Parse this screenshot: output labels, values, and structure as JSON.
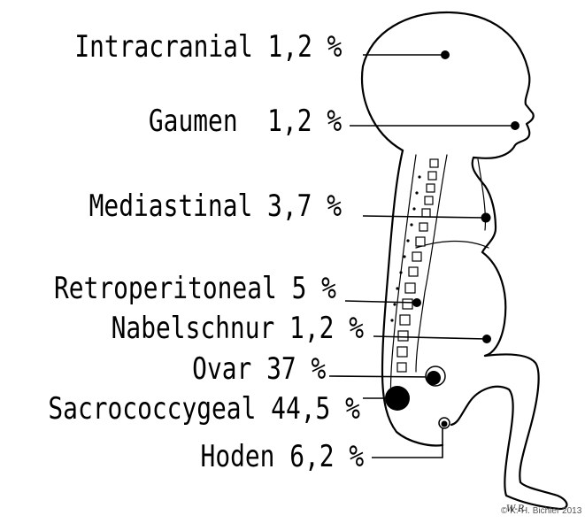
{
  "diagram": {
    "locations": [
      {
        "id": "intracranial",
        "label": "Intracranial 1,2 %"
      },
      {
        "id": "gaumen",
        "label": "Gaumen  1,2 %"
      },
      {
        "id": "mediastinal",
        "label": "Mediastinal 3,7 %"
      },
      {
        "id": "retroperitoneal",
        "label": "Retroperitoneal 5 %"
      },
      {
        "id": "nabelschnur",
        "label": "Nabelschnur 1,2 %"
      },
      {
        "id": "ovar",
        "label": "Ovar 37 %"
      },
      {
        "id": "sacrococcygeal",
        "label": "Sacrococcygeal 44,5 %"
      },
      {
        "id": "hoden",
        "label": "Hoden 6,2 %"
      }
    ],
    "signature": "W-R",
    "copyright": "© K.-H. Bichler 2013"
  }
}
